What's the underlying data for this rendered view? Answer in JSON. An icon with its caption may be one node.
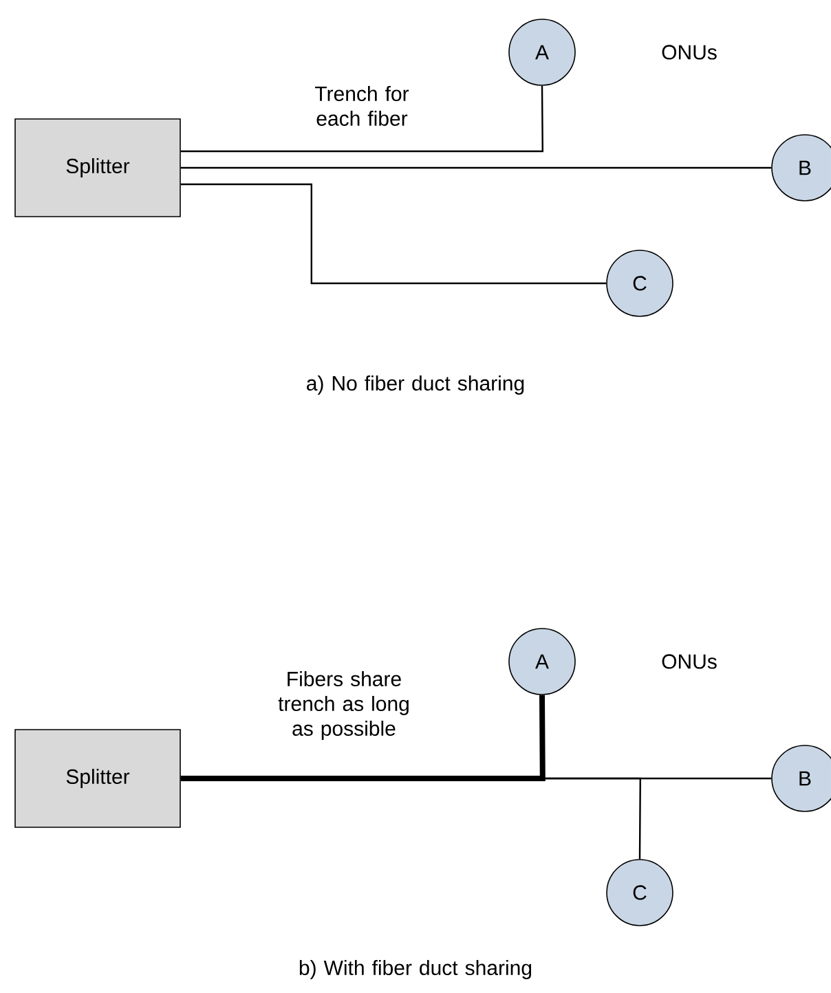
{
  "diagram": {
    "nodes": [
      {
        "text": [
          "Splitter"
        ]
      },
      {
        "text": [
          "A"
        ]
      },
      {
        "text": [
          "B"
        ]
      },
      {
        "text": [
          "C"
        ]
      },
      {
        "text": [
          "Splitter"
        ]
      },
      {
        "text": [
          "A"
        ]
      },
      {
        "text": [
          "B"
        ]
      },
      {
        "text": [
          "C"
        ]
      }
    ],
    "edges": [
      {
        "from": 0,
        "to": 1,
        "arrow": "none"
      },
      {
        "from": 0,
        "to": 2,
        "arrow": "none"
      },
      {
        "from": 0,
        "to": 3,
        "arrow": "none"
      },
      {
        "from": 4,
        "to": 5,
        "arrow": "none",
        "style": "thick"
      },
      {
        "from": 4,
        "to": 6,
        "arrow": "none"
      },
      {
        "from": 4,
        "to": 7,
        "arrow": "none"
      }
    ],
    "labels": [
      "Trench for each fiber",
      "ONUs",
      "a) No fiber duct sharing",
      "Fibers share trench as long as possible",
      "ONUs",
      "b) With fiber duct sharing"
    ]
  }
}
